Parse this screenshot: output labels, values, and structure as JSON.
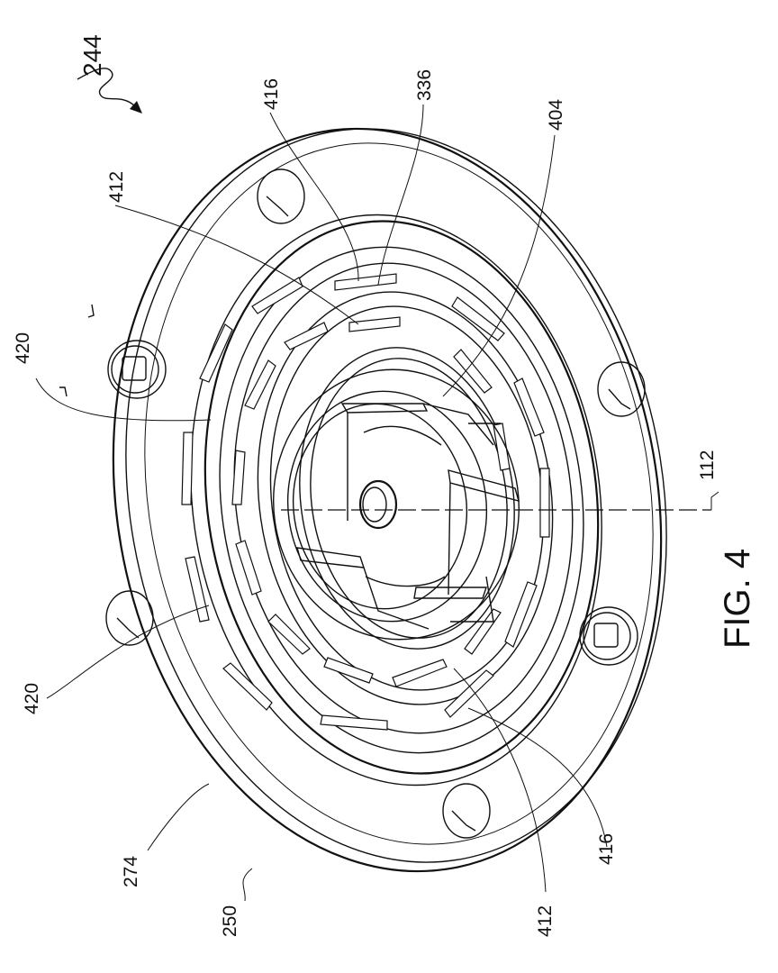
{
  "figure": {
    "caption": "FIG. 4"
  },
  "labels": {
    "l244": "244",
    "l416a": "416",
    "l336": "336",
    "l404": "404",
    "l412a": "412",
    "l420a": "420",
    "l112": "112",
    "l420b": "420",
    "l274": "274",
    "l250": "250",
    "l412b": "412",
    "l416b": "416"
  }
}
